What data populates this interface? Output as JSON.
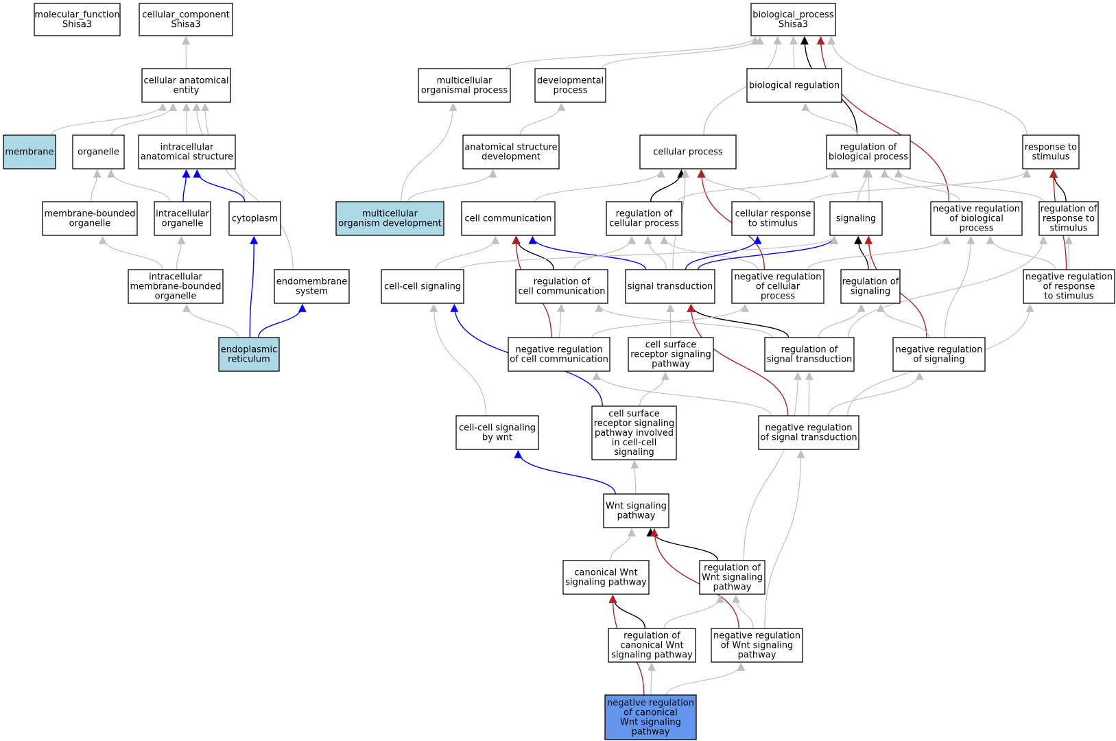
{
  "colors": {
    "is_a": "#c0c0c0",
    "part_of": "#0000ff",
    "regulates": "#000000",
    "negatively_regulates": "#b22222",
    "annotated_light": "#add8e6",
    "focus": "#6495ed",
    "node_border": "#000000",
    "node_fill": "#ffffff"
  },
  "nodes": [
    {
      "id": "mf",
      "lines": [
        "molecular_function",
        "Shisa3"
      ],
      "fill": "white"
    },
    {
      "id": "cc",
      "lines": [
        "cellular_component",
        "Shisa3"
      ],
      "fill": "white"
    },
    {
      "id": "bp",
      "lines": [
        "biological_process",
        "Shisa3"
      ],
      "fill": "white"
    },
    {
      "id": "cae",
      "lines": [
        "cellular anatomical",
        "entity"
      ],
      "fill": "white"
    },
    {
      "id": "membrane",
      "lines": [
        "membrane"
      ],
      "fill": "lightblue"
    },
    {
      "id": "organelle",
      "lines": [
        "organelle"
      ],
      "fill": "white"
    },
    {
      "id": "ias",
      "lines": [
        "intracellular",
        "anatomical structure"
      ],
      "fill": "white"
    },
    {
      "id": "mbo",
      "lines": [
        "membrane-bounded",
        "organelle"
      ],
      "fill": "white"
    },
    {
      "id": "io",
      "lines": [
        "intracellular",
        "organelle"
      ],
      "fill": "white"
    },
    {
      "id": "cytoplasm",
      "lines": [
        "cytoplasm"
      ],
      "fill": "white"
    },
    {
      "id": "imbo",
      "lines": [
        "intracellular",
        "membrane-bounded",
        "organelle"
      ],
      "fill": "white"
    },
    {
      "id": "endomem",
      "lines": [
        "endomembrane",
        "system"
      ],
      "fill": "white"
    },
    {
      "id": "er",
      "lines": [
        "endoplasmic",
        "reticulum"
      ],
      "fill": "lightblue"
    },
    {
      "id": "mop",
      "lines": [
        "multicellular",
        "organismal process"
      ],
      "fill": "white"
    },
    {
      "id": "devp",
      "lines": [
        "developmental",
        "process"
      ],
      "fill": "white"
    },
    {
      "id": "breg",
      "lines": [
        "biological regulation"
      ],
      "fill": "white"
    },
    {
      "id": "asd",
      "lines": [
        "anatomical structure",
        "development"
      ],
      "fill": "white"
    },
    {
      "id": "cellp",
      "lines": [
        "cellular process"
      ],
      "fill": "white"
    },
    {
      "id": "rbp",
      "lines": [
        "regulation of",
        "biological process"
      ],
      "fill": "white"
    },
    {
      "id": "rts",
      "lines": [
        "response to",
        "stimulus"
      ],
      "fill": "white"
    },
    {
      "id": "mod",
      "lines": [
        "multicellular",
        "organism development"
      ],
      "fill": "lightblue"
    },
    {
      "id": "ccom",
      "lines": [
        "cell communication"
      ],
      "fill": "white"
    },
    {
      "id": "rcp",
      "lines": [
        "regulation of",
        "cellular process"
      ],
      "fill": "white"
    },
    {
      "id": "crs",
      "lines": [
        "cellular response",
        "to stimulus"
      ],
      "fill": "white"
    },
    {
      "id": "signaling",
      "lines": [
        "signaling"
      ],
      "fill": "white"
    },
    {
      "id": "nrbp",
      "lines": [
        "negative regulation",
        "of biological",
        "process"
      ],
      "fill": "white"
    },
    {
      "id": "rrs",
      "lines": [
        "regulation of",
        "response to",
        "stimulus"
      ],
      "fill": "white"
    },
    {
      "id": "ccs",
      "lines": [
        "cell-cell signaling"
      ],
      "fill": "white"
    },
    {
      "id": "rcc",
      "lines": [
        "regulation of",
        "cell communication"
      ],
      "fill": "white"
    },
    {
      "id": "st",
      "lines": [
        "signal transduction"
      ],
      "fill": "white"
    },
    {
      "id": "nrcp",
      "lines": [
        "negative regulation",
        "of cellular",
        "process"
      ],
      "fill": "white"
    },
    {
      "id": "rsig",
      "lines": [
        "regulation of",
        "signaling"
      ],
      "fill": "white"
    },
    {
      "id": "nrrs",
      "lines": [
        "negative regulation",
        "of response",
        "to stimulus"
      ],
      "fill": "white"
    },
    {
      "id": "nrcc",
      "lines": [
        "negative regulation",
        "of cell communication"
      ],
      "fill": "white"
    },
    {
      "id": "csrsp",
      "lines": [
        "cell surface",
        "receptor signaling",
        "pathway"
      ],
      "fill": "white"
    },
    {
      "id": "rst",
      "lines": [
        "regulation of",
        "signal transduction"
      ],
      "fill": "white"
    },
    {
      "id": "nrsig",
      "lines": [
        "negative regulation",
        "of signaling"
      ],
      "fill": "white"
    },
    {
      "id": "ccsw",
      "lines": [
        "cell-cell signaling",
        "by wnt"
      ],
      "fill": "white"
    },
    {
      "id": "csrspcc",
      "lines": [
        "cell surface",
        "receptor signaling",
        "pathway involved",
        "in cell-cell",
        "signaling"
      ],
      "fill": "white"
    },
    {
      "id": "nrst",
      "lines": [
        "negative regulation",
        "of signal transduction"
      ],
      "fill": "white"
    },
    {
      "id": "wnt",
      "lines": [
        "Wnt signaling",
        "pathway"
      ],
      "fill": "white"
    },
    {
      "id": "cwnt",
      "lines": [
        "canonical Wnt",
        "signaling pathway"
      ],
      "fill": "white"
    },
    {
      "id": "rwnt",
      "lines": [
        "regulation of",
        "Wnt signaling",
        "pathway"
      ],
      "fill": "white"
    },
    {
      "id": "rcwnt",
      "lines": [
        "regulation of",
        "canonical Wnt",
        "signaling pathway"
      ],
      "fill": "white"
    },
    {
      "id": "nrwnt",
      "lines": [
        "negative regulation",
        "of Wnt signaling",
        "pathway"
      ],
      "fill": "white"
    },
    {
      "id": "nrcwnt",
      "lines": [
        "negative regulation",
        "of canonical",
        "Wnt signaling",
        "pathway"
      ],
      "fill": "focus"
    }
  ],
  "edges": [
    {
      "from": "cae",
      "to": "cc",
      "type": "is_a"
    },
    {
      "from": "membrane",
      "to": "cae",
      "type": "is_a"
    },
    {
      "from": "organelle",
      "to": "cae",
      "type": "is_a"
    },
    {
      "from": "ias",
      "to": "cae",
      "type": "is_a"
    },
    {
      "from": "cytoplasm",
      "to": "cae",
      "type": "is_a"
    },
    {
      "from": "endomem",
      "to": "cae",
      "type": "is_a"
    },
    {
      "from": "mbo",
      "to": "organelle",
      "type": "is_a"
    },
    {
      "from": "io",
      "to": "organelle",
      "type": "is_a"
    },
    {
      "from": "io",
      "to": "ias",
      "type": "part_of"
    },
    {
      "from": "cytoplasm",
      "to": "ias",
      "type": "part_of"
    },
    {
      "from": "imbo",
      "to": "mbo",
      "type": "is_a"
    },
    {
      "from": "imbo",
      "to": "io",
      "type": "is_a"
    },
    {
      "from": "er",
      "to": "imbo",
      "type": "is_a"
    },
    {
      "from": "er",
      "to": "cytoplasm",
      "type": "part_of"
    },
    {
      "from": "er",
      "to": "endomem",
      "type": "part_of"
    },
    {
      "from": "mop",
      "to": "bp",
      "type": "is_a"
    },
    {
      "from": "devp",
      "to": "bp",
      "type": "is_a"
    },
    {
      "from": "breg",
      "to": "bp",
      "type": "is_a"
    },
    {
      "from": "cellp",
      "to": "bp",
      "type": "is_a"
    },
    {
      "from": "rts",
      "to": "bp",
      "type": "is_a"
    },
    {
      "from": "rbp",
      "to": "bp",
      "type": "regulates"
    },
    {
      "from": "nrbp",
      "to": "bp",
      "type": "negatively_regulates"
    },
    {
      "from": "asd",
      "to": "devp",
      "type": "is_a"
    },
    {
      "from": "mod",
      "to": "mop",
      "type": "is_a"
    },
    {
      "from": "mod",
      "to": "asd",
      "type": "is_a"
    },
    {
      "from": "rbp",
      "to": "breg",
      "type": "is_a"
    },
    {
      "from": "ccom",
      "to": "cellp",
      "type": "is_a"
    },
    {
      "from": "rcp",
      "to": "cellp",
      "type": "regulates"
    },
    {
      "from": "crs",
      "to": "cellp",
      "type": "is_a"
    },
    {
      "from": "st",
      "to": "cellp",
      "type": "is_a"
    },
    {
      "from": "nrcp",
      "to": "cellp",
      "type": "negatively_regulates"
    },
    {
      "from": "rcp",
      "to": "rbp",
      "type": "is_a"
    },
    {
      "from": "signaling",
      "to": "rbp",
      "type": "is_a"
    },
    {
      "from": "rsig",
      "to": "rbp",
      "type": "is_a"
    },
    {
      "from": "nrbp",
      "to": "rbp",
      "type": "is_a"
    },
    {
      "from": "rrs",
      "to": "rbp",
      "type": "is_a"
    },
    {
      "from": "crs",
      "to": "rts",
      "type": "is_a"
    },
    {
      "from": "rrs",
      "to": "rts",
      "type": "regulates"
    },
    {
      "from": "nrrs",
      "to": "rts",
      "type": "negatively_regulates"
    },
    {
      "from": "ccs",
      "to": "ccom",
      "type": "is_a"
    },
    {
      "from": "rcc",
      "to": "ccom",
      "type": "regulates"
    },
    {
      "from": "nrcc",
      "to": "ccom",
      "type": "negatively_regulates"
    },
    {
      "from": "st",
      "to": "ccom",
      "type": "part_of"
    },
    {
      "from": "rcc",
      "to": "rcp",
      "type": "is_a"
    },
    {
      "from": "st",
      "to": "rcp",
      "type": "is_a"
    },
    {
      "from": "nrcp",
      "to": "rcp",
      "type": "is_a"
    },
    {
      "from": "st",
      "to": "crs",
      "type": "part_of"
    },
    {
      "from": "st",
      "to": "signaling",
      "type": "part_of"
    },
    {
      "from": "ccs",
      "to": "signaling",
      "type": "is_a"
    },
    {
      "from": "rsig",
      "to": "signaling",
      "type": "regulates"
    },
    {
      "from": "nrsig",
      "to": "signaling",
      "type": "negatively_regulates"
    },
    {
      "from": "nrcp",
      "to": "nrbp",
      "type": "is_a"
    },
    {
      "from": "nrsig",
      "to": "nrbp",
      "type": "is_a"
    },
    {
      "from": "nrrs",
      "to": "nrbp",
      "type": "is_a"
    },
    {
      "from": "nrrs",
      "to": "rrs",
      "type": "is_a"
    },
    {
      "from": "rst",
      "to": "rrs",
      "type": "is_a"
    },
    {
      "from": "nrcc",
      "to": "rcc",
      "type": "is_a"
    },
    {
      "from": "rst",
      "to": "rcc",
      "type": "is_a"
    },
    {
      "from": "csrsp",
      "to": "st",
      "type": "is_a"
    },
    {
      "from": "rst",
      "to": "st",
      "type": "regulates"
    },
    {
      "from": "nrst",
      "to": "st",
      "type": "negatively_regulates"
    },
    {
      "from": "nrcc",
      "to": "nrcp",
      "type": "is_a"
    },
    {
      "from": "rst",
      "to": "rsig",
      "type": "is_a"
    },
    {
      "from": "nrsig",
      "to": "rsig",
      "type": "is_a"
    },
    {
      "from": "nrst",
      "to": "nrcc",
      "type": "is_a"
    },
    {
      "from": "csrspcc",
      "to": "csrsp",
      "type": "is_a"
    },
    {
      "from": "nrst",
      "to": "rst",
      "type": "is_a"
    },
    {
      "from": "rwnt",
      "to": "rst",
      "type": "is_a"
    },
    {
      "from": "nrst",
      "to": "nrsig",
      "type": "is_a"
    },
    {
      "from": "nrst",
      "to": "nrrs",
      "type": "is_a"
    },
    {
      "from": "ccsw",
      "to": "ccs",
      "type": "is_a"
    },
    {
      "from": "csrspcc",
      "to": "ccs",
      "type": "part_of"
    },
    {
      "from": "wnt",
      "to": "ccsw",
      "type": "part_of"
    },
    {
      "from": "wnt",
      "to": "csrspcc",
      "type": "is_a"
    },
    {
      "from": "nrwnt",
      "to": "nrst",
      "type": "is_a"
    },
    {
      "from": "cwnt",
      "to": "wnt",
      "type": "is_a"
    },
    {
      "from": "rwnt",
      "to": "wnt",
      "type": "regulates"
    },
    {
      "from": "nrwnt",
      "to": "wnt",
      "type": "negatively_regulates"
    },
    {
      "from": "rcwnt",
      "to": "cwnt",
      "type": "regulates"
    },
    {
      "from": "nrcwnt",
      "to": "cwnt",
      "type": "negatively_regulates"
    },
    {
      "from": "rcwnt",
      "to": "rwnt",
      "type": "is_a"
    },
    {
      "from": "nrwnt",
      "to": "rwnt",
      "type": "is_a"
    },
    {
      "from": "nrcwnt",
      "to": "rcwnt",
      "type": "is_a"
    },
    {
      "from": "nrcwnt",
      "to": "nrwnt",
      "type": "is_a"
    }
  ]
}
